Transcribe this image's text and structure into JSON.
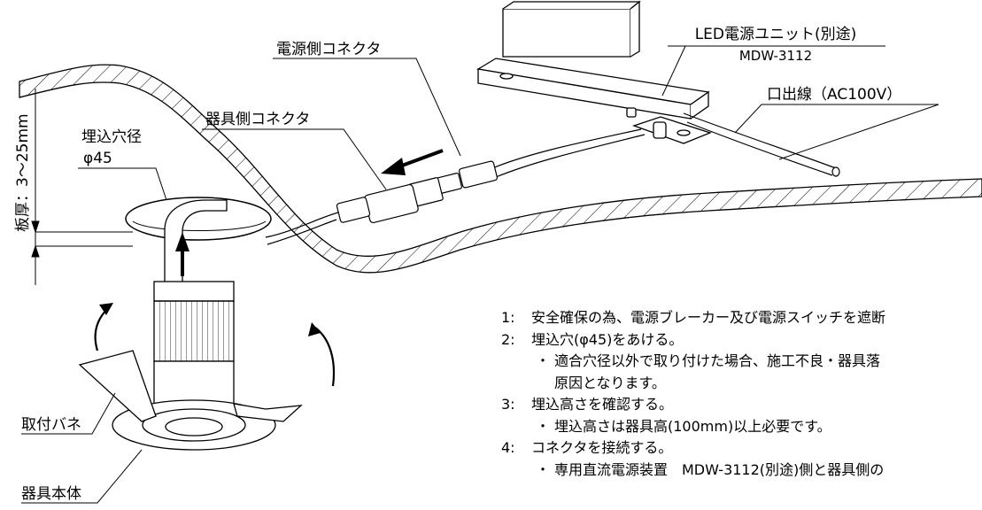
{
  "labels": {
    "led_unit_name": "LED電源ユニット(別途)",
    "led_unit_model": "MDW-3112",
    "power_connector": "電源側コネクタ",
    "output_wire": "口出線（AC100V）",
    "fixture_connector": "器具側コネクタ",
    "hole_diameter_title": "埋込穴径",
    "hole_diameter_value": "φ45",
    "board_thickness": "板厚：3～25mm",
    "mounting_spring": "取付バネ",
    "fixture_body": "器具本体"
  },
  "steps": [
    {
      "num": "1:",
      "text": "安全確保の為、電源ブレーカー及び電源スイッチを遮断"
    },
    {
      "num": "2:",
      "text": "埋込穴(φ45)をあける。",
      "note": "適合穴径以外で取り付けた場合、施工不良・器具落",
      "note_cont": "原因となります。"
    },
    {
      "num": "3:",
      "text": "埋込高さを確認する。",
      "note": "埋込高さは器具高(100mm)以上必要です。"
    },
    {
      "num": "4:",
      "text": "コネクタを接続する。",
      "note": "専用直流電源装置　MDW-3112(別途)側と器具側の"
    }
  ],
  "bullet": "・"
}
